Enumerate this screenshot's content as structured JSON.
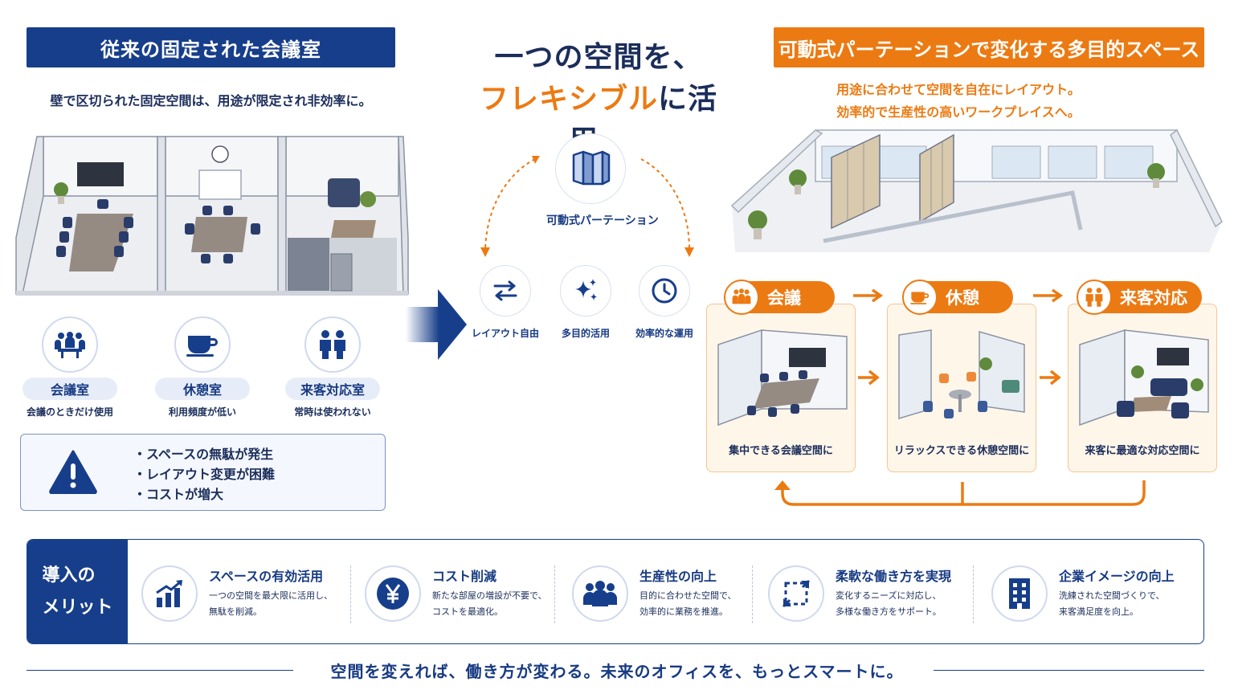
{
  "left": {
    "header": "従来の固定された会議室",
    "subtitle": "壁で区切られた固定空間は、用途が限定され非効率に。",
    "icons": [
      {
        "label": "会議室",
        "caption": "会議のときだけ使用",
        "icon": "meeting-people-icon"
      },
      {
        "label": "休憩室",
        "caption": "利用頻度が低い",
        "icon": "coffee-cup-icon"
      },
      {
        "label": "来客対応室",
        "caption": "常時は使われない",
        "icon": "two-people-icon"
      }
    ],
    "warnings": [
      "・スペースの無駄が発生",
      "・レイアウト変更が困難",
      "・コストが増大"
    ]
  },
  "center": {
    "heading_line1": "一つの空間を、",
    "heading_highlight": "フレキシブル",
    "heading_line2_rest": "に活用。",
    "partition_label": "可動式パーテーション",
    "features": [
      {
        "label": "レイアウト自由",
        "icon": "swap-arrows-icon"
      },
      {
        "label": "多目的活用",
        "icon": "sparkle-icon"
      },
      {
        "label": "効率的な運用",
        "icon": "clock-icon"
      }
    ]
  },
  "right": {
    "header": "可動式パーテーションで変化する多目的スペース",
    "subtitle_line1": "用途に合わせて空間を自在にレイアウト。",
    "subtitle_line2": "効率的で生産性の高いワークプレイスへ。",
    "modes": [
      {
        "tab": "会議",
        "caption": "集中できる会議空間に",
        "icon": "meeting-people-icon"
      },
      {
        "tab": "休憩",
        "caption": "リラックスできる休憩空間に",
        "icon": "coffee-cup-icon"
      },
      {
        "tab": "来客対応",
        "caption": "来客に最適な対応空間に",
        "icon": "two-people-icon"
      }
    ]
  },
  "merits": {
    "heading_line1": "導入の",
    "heading_line2": "メリット",
    "items": [
      {
        "title": "スペースの有効活用",
        "desc1": "一つの空間を最大限に活用し、",
        "desc2": "無駄を削減。",
        "icon": "growth-chart-icon"
      },
      {
        "title": "コスト削減",
        "desc1": "新たな部屋の増設が不要で、",
        "desc2": "コストを最適化。",
        "icon": "yen-icon"
      },
      {
        "title": "生産性の向上",
        "desc1": "目的に合わせた空間で、",
        "desc2": "効率的に業務を推進。",
        "icon": "team-icon"
      },
      {
        "title": "柔軟な働き方を実現",
        "desc1": "変化するニーズに対応し、",
        "desc2": "多様な働き方をサポート。",
        "icon": "flex-arrows-icon"
      },
      {
        "title": "企業イメージの向上",
        "desc1": "洗練された空間づくりで、",
        "desc2": "来客満足度を向上。",
        "icon": "building-icon"
      }
    ]
  },
  "footer": "空間を変えれば、働き方が変わる。未来のオフィスを、もっとスマートに。",
  "colors": {
    "navy": "#173e8a",
    "orange": "#ec7a12"
  }
}
